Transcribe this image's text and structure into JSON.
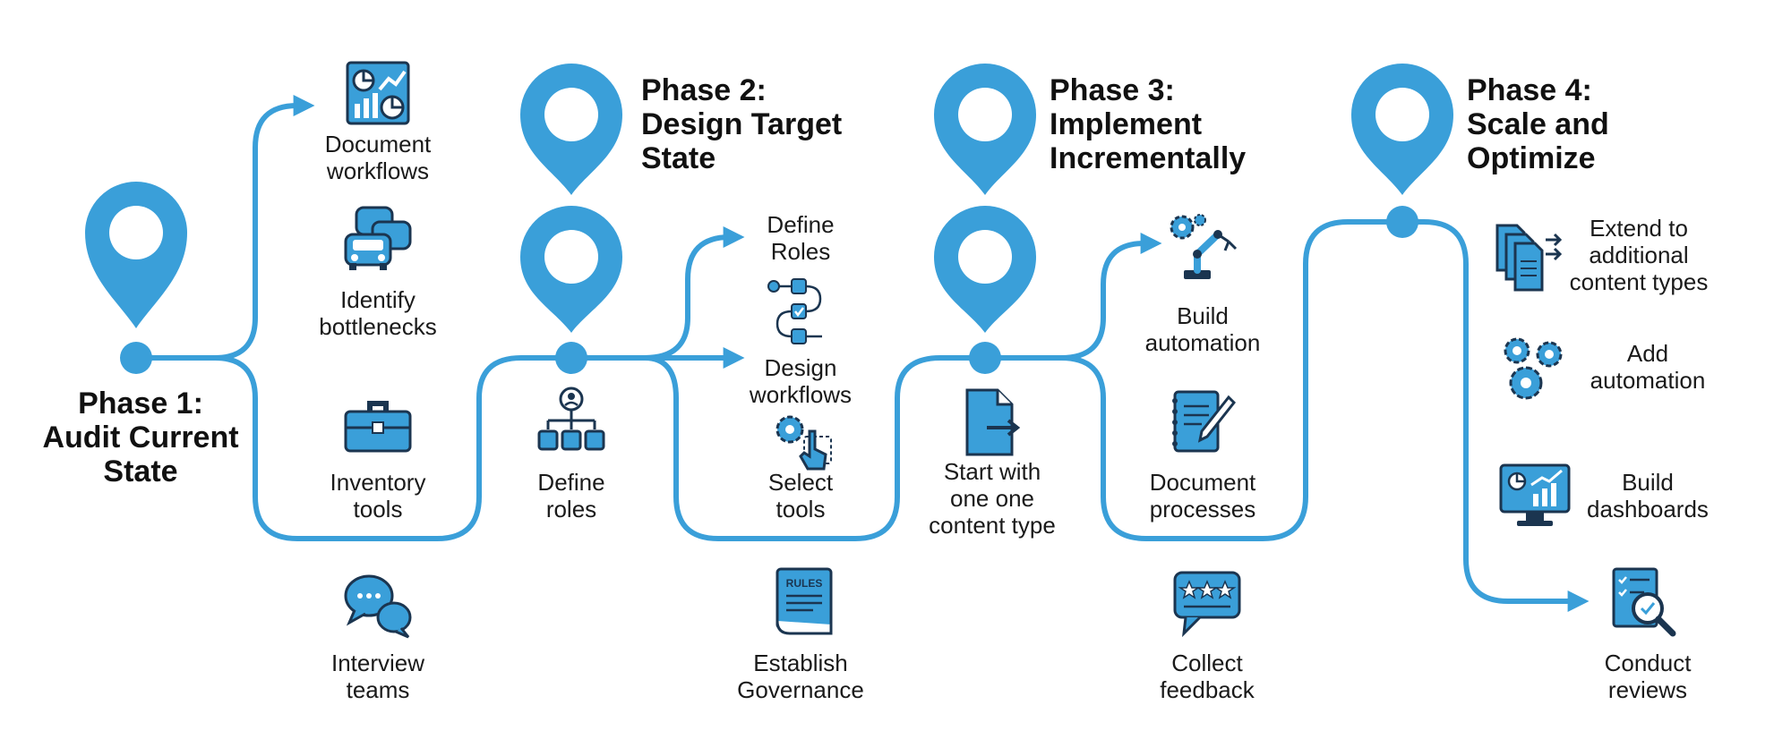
{
  "colors": {
    "accent": "#3a9fd9",
    "ink": "#1b3550",
    "text": "#1a1a1a"
  },
  "phases": [
    {
      "title_lines": [
        "Phase 1:",
        "Audit Current",
        "State"
      ]
    },
    {
      "title_lines": [
        "Phase 2:",
        "Design Target",
        "State"
      ]
    },
    {
      "title_lines": [
        "Phase 3:",
        "Implement",
        "Incrementally"
      ]
    },
    {
      "title_lines": [
        "Phase 4:",
        "Scale and",
        "Optimize"
      ]
    }
  ],
  "steps": {
    "document_workflows": {
      "lines": [
        "Document",
        "workflows"
      ],
      "icon": "analytics-board-icon"
    },
    "identify_bottlenecks": {
      "lines": [
        "Identify",
        "bottlenecks"
      ],
      "icon": "traffic-jam-icon"
    },
    "inventory_tools": {
      "lines": [
        "Inventory",
        "tools"
      ],
      "icon": "toolbox-icon"
    },
    "interview_teams": {
      "lines": [
        "Interview",
        "teams"
      ],
      "icon": "chat-bubbles-icon"
    },
    "define_roles_top": {
      "lines": [
        "Define",
        "Roles"
      ]
    },
    "design_workflows": {
      "lines": [
        "Design",
        "workflows"
      ],
      "icon": "flow-diagram-icon"
    },
    "select_tools": {
      "lines": [
        "Select",
        "tools"
      ],
      "icon": "gear-click-icon"
    },
    "define_roles_bottom": {
      "lines": [
        "Define",
        "roles"
      ],
      "icon": "org-chart-icon"
    },
    "establish_governance": {
      "lines": [
        "Establish",
        "Governance"
      ],
      "icon": "rules-book-icon",
      "book_text": "RULES"
    },
    "start_with_one": {
      "lines": [
        "Start with",
        "one one",
        "content type"
      ],
      "icon": "file-export-icon"
    },
    "build_automation": {
      "lines": [
        "Build",
        "automation"
      ],
      "icon": "robot-arm-icon"
    },
    "document_processes": {
      "lines": [
        "Document",
        "processes"
      ],
      "icon": "notebook-pen-icon"
    },
    "collect_feedback": {
      "lines": [
        "Collect",
        "feedback"
      ],
      "icon": "rating-bubble-icon"
    },
    "extend_content_types": {
      "lines": [
        "Extend to",
        "additional",
        "content types"
      ],
      "icon": "files-transfer-icon"
    },
    "add_automation": {
      "lines": [
        "Add",
        "automation"
      ],
      "icon": "gears-icon"
    },
    "build_dashboards": {
      "lines": [
        "Build",
        "dashboards"
      ],
      "icon": "monitor-chart-icon"
    },
    "conduct_reviews": {
      "lines": [
        "Conduct",
        "reviews"
      ],
      "icon": "checklist-search-icon"
    }
  }
}
